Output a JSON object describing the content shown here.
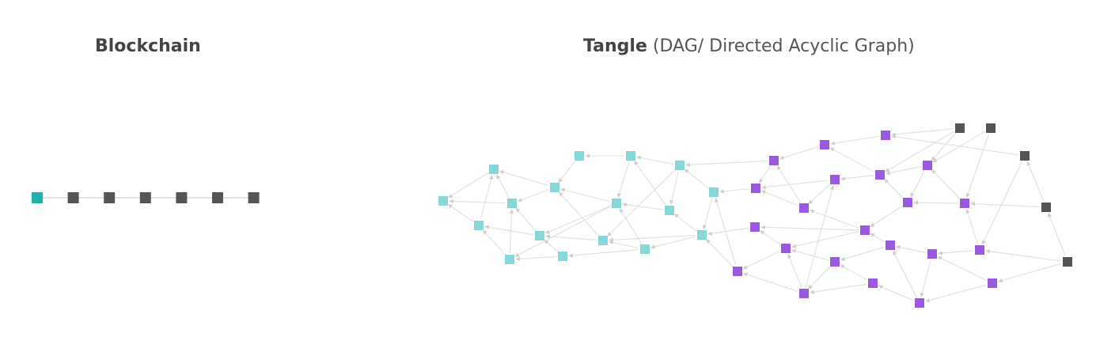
{
  "blockchain": {
    "title": "Blockchain",
    "colors": {
      "genesis": "#20b2aa",
      "block": "#555555",
      "link": "#d0d0d0"
    },
    "block_count": 7
  },
  "tangle": {
    "title": "Tangle",
    "subtitle": "(DAG/ Directed Acyclic Graph)",
    "colors": {
      "confirmed": "#86d8d6",
      "pending": "#9b59e0",
      "tip": "#555555",
      "edge": "#e0e0e0"
    }
  }
}
